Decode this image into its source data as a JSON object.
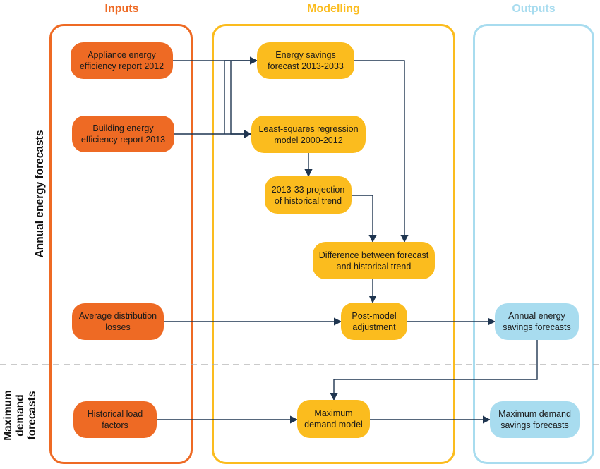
{
  "columns": {
    "inputs": {
      "title": "Inputs",
      "color": "#ee6a24"
    },
    "modelling": {
      "title": "Modelling",
      "color": "#fbbc1e"
    },
    "outputs": {
      "title": "Outputs",
      "color": "#a8dcef"
    }
  },
  "rows": {
    "annual": "Annual energy forecasts",
    "maximum": "Maximum\ndemand\nforecasts"
  },
  "nodes": {
    "appliance": "Appliance energy\nefficiency report 2012",
    "building": "Building energy\nefficiency report 2013",
    "distribution": "Average distribution\nlosses",
    "load_factors": "Historical load\nfactors",
    "savings_forecast": "Energy savings\nforecast 2013-2033",
    "regression": "Least-squares regression\nmodel 2000-2012",
    "projection": "2013-33 projection\nof historical trend",
    "difference": "Difference between forecast\nand historical trend",
    "post_model": "Post-model\nadjustment",
    "max_demand_model": "Maximum\ndemand model",
    "annual_output": "Annual energy\nsavings forecasts",
    "max_output": "Maximum demand\nsavings forecasts"
  },
  "colors": {
    "arrow": "#1f3550",
    "divider": "#aaaaaa"
  }
}
